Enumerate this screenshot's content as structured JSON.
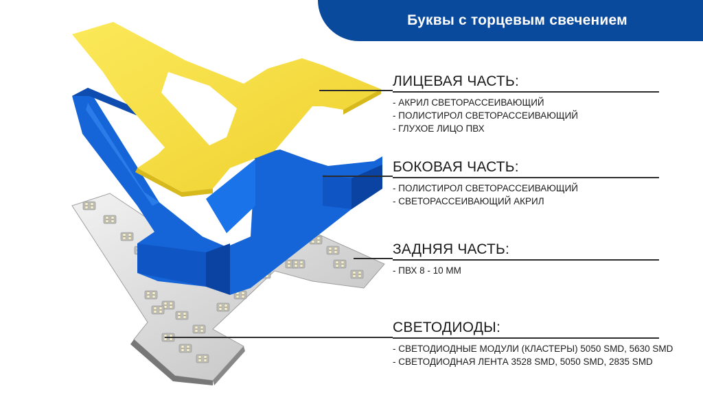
{
  "header": {
    "title": "Буквы с торцевым свечением"
  },
  "colors": {
    "banner": "#0a4a9c",
    "face": "#f5dc3e",
    "sides": "#1565d8",
    "back": "#d7d7d7",
    "led": "#f4f0d8"
  },
  "sections": [
    {
      "heading": "ЛИЦЕВАЯ ЧАСТЬ:",
      "items": [
        "- АКРИЛ СВЕТОРАССЕИВАЮЩИЙ",
        "- ПОЛИСТИРОЛ СВЕТОРАССЕИВАЮЩИЙ",
        "- ГЛУХОЕ ЛИЦО ПВХ"
      ]
    },
    {
      "heading": "БОКОВАЯ ЧАСТЬ:",
      "items": [
        "- ПОЛИСТИРОЛ СВЕТОРАССЕИВАЮЩИЙ",
        "- СВЕТОРАССЕИВАЮЩИЙ АКРИЛ"
      ]
    },
    {
      "heading": "ЗАДНЯЯ ЧАСТЬ:",
      "items": [
        "- ПВХ 8 - 10 ММ"
      ]
    },
    {
      "heading": "СВЕТОДИОДЫ:",
      "items": [
        "- СВЕТОДИОДНЫЕ МОДУЛИ (КЛАСТЕРЫ) 5050 SMD, 5630 SMD",
        "- СВЕТОДИОДНАЯ ЛЕНТА 3528 SMD, 5050 SMD, 2835 SMD"
      ]
    }
  ]
}
